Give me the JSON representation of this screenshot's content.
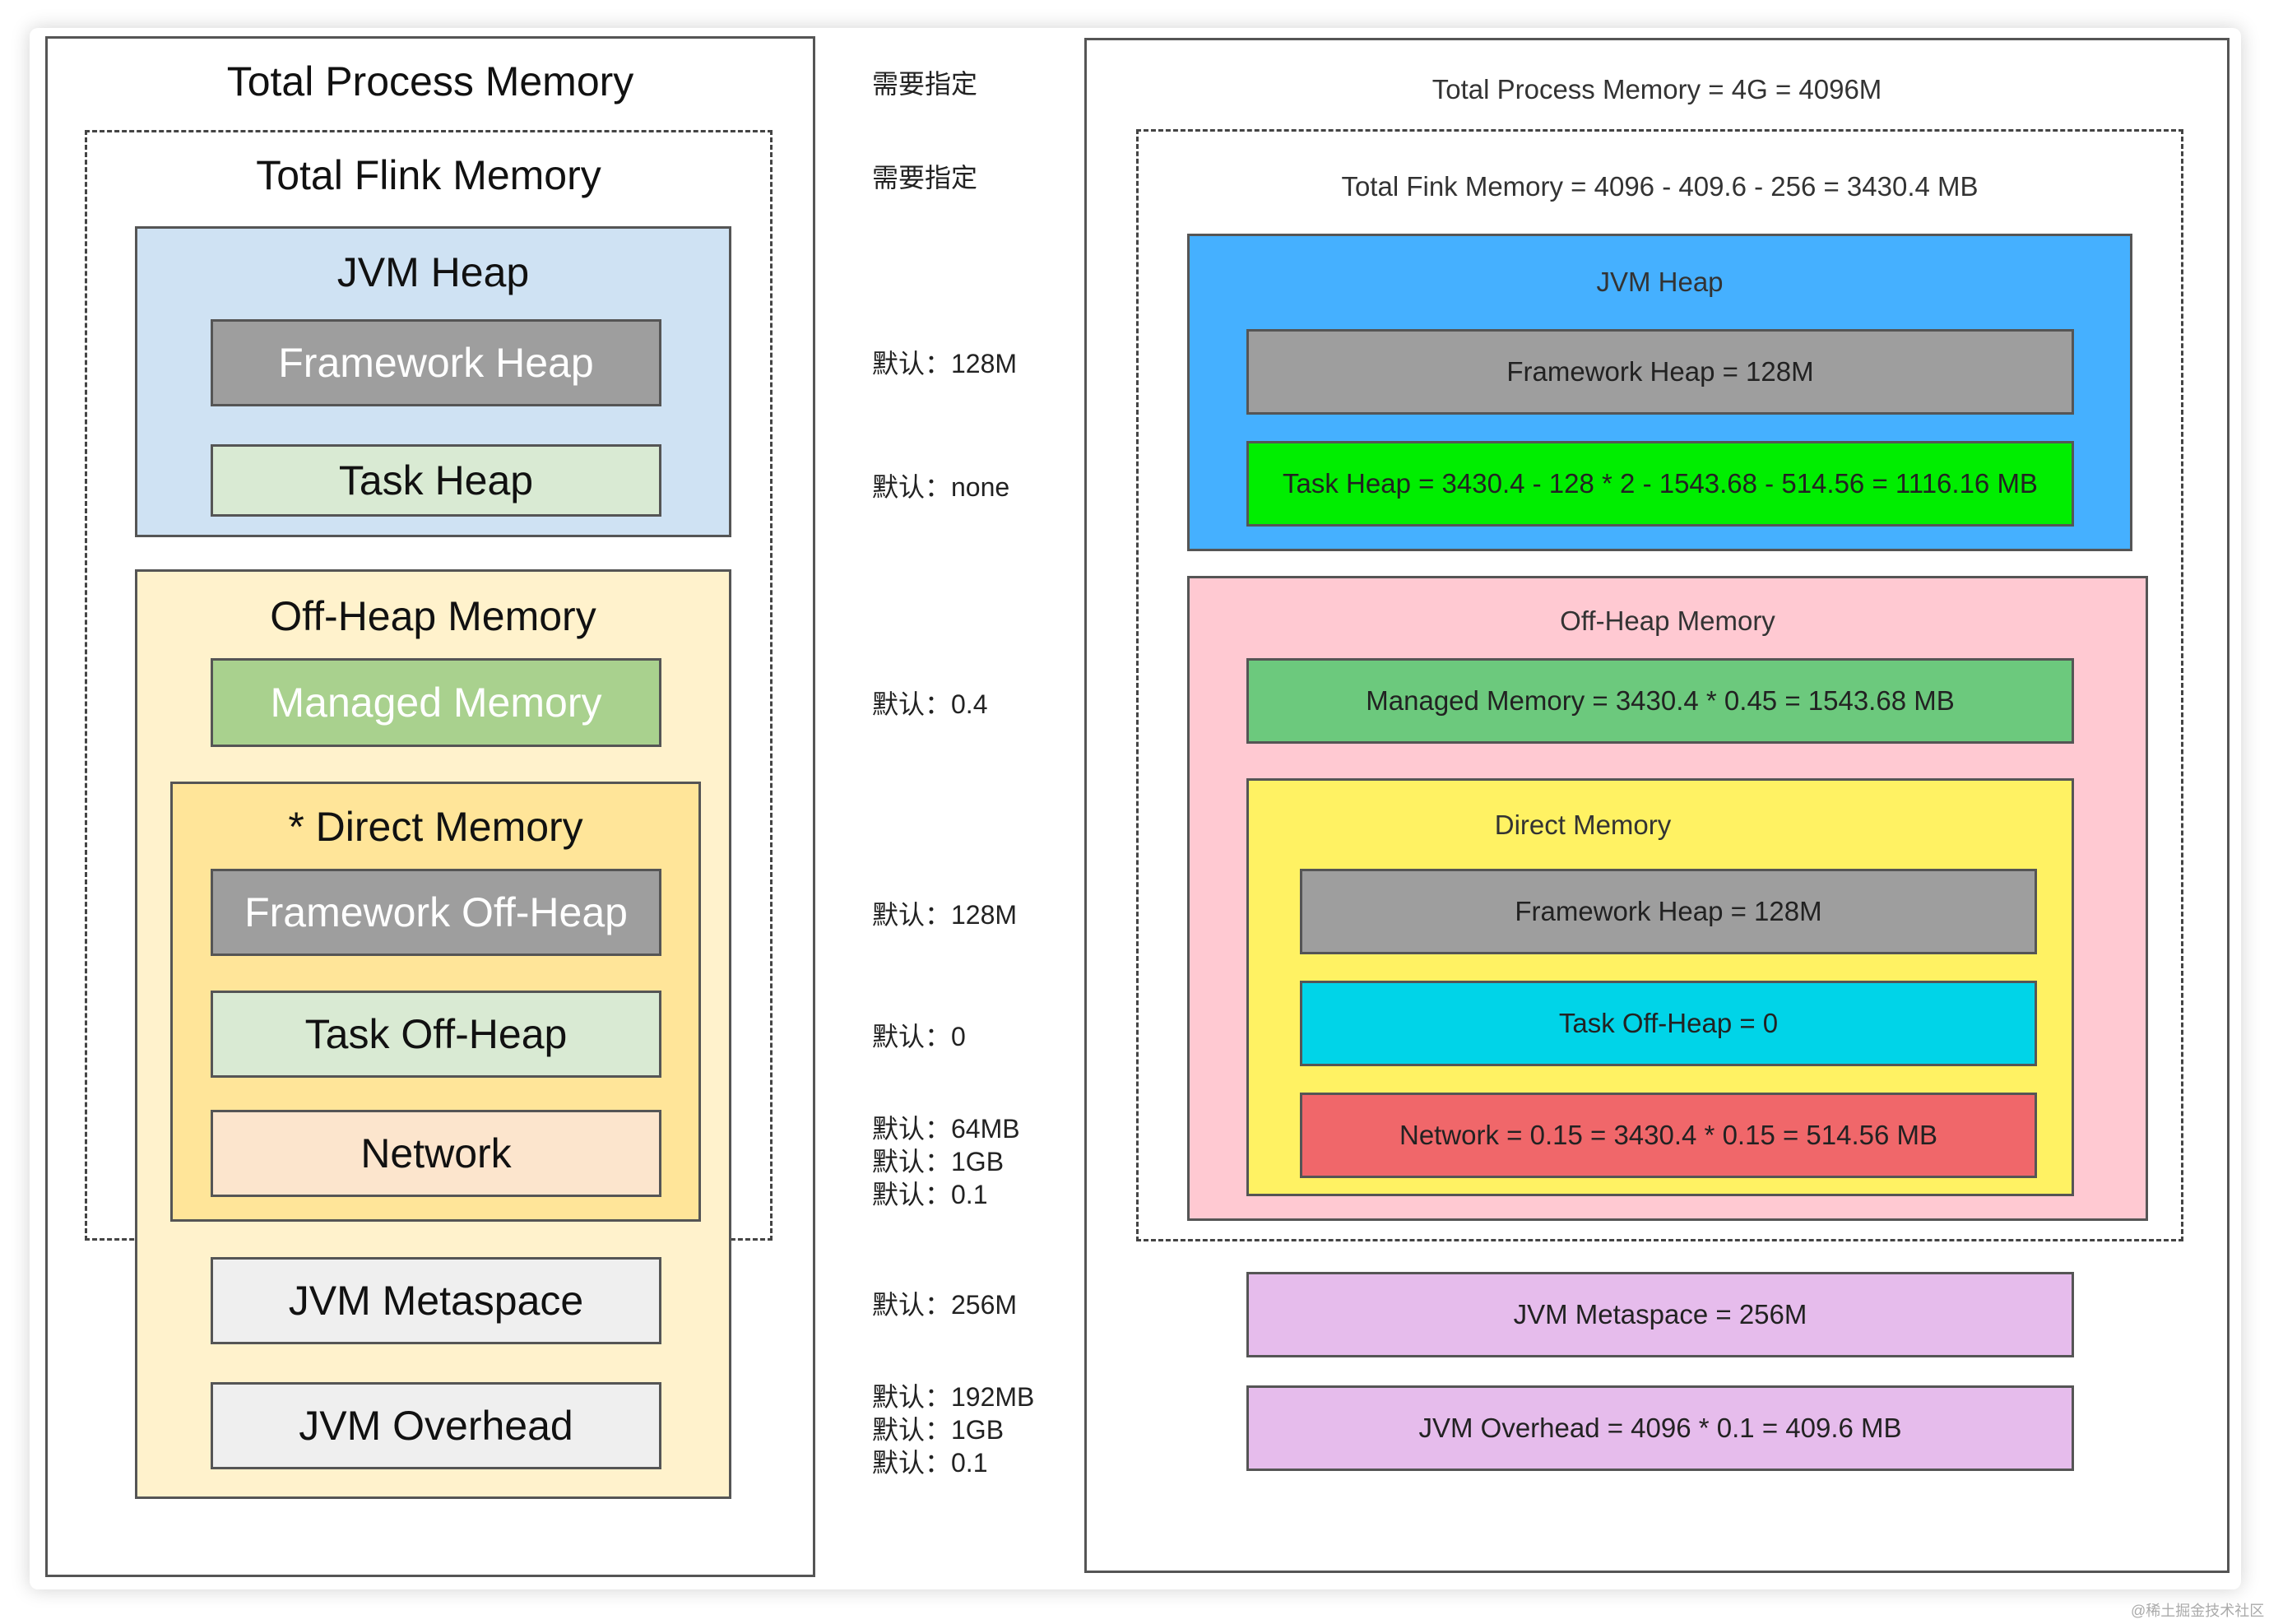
{
  "left": {
    "total_process": "Total Process Memory",
    "total_flink": "Total Flink Memory",
    "jvm_heap": "JVM Heap",
    "framework_heap": "Framework Heap",
    "task_heap": "Task Heap",
    "off_heap": "Off-Heap Memory",
    "managed_memory": "Managed Memory",
    "direct_memory": "* Direct Memory",
    "framework_off_heap": "Framework Off-Heap",
    "task_off_heap": "Task Off-Heap",
    "network": "Network",
    "jvm_metaspace": "JVM Metaspace",
    "jvm_overhead": "JVM Overhead"
  },
  "notes": {
    "total_process": "需要指定",
    "total_flink": "需要指定",
    "framework_heap": "默认：128M",
    "task_heap": "默认：none",
    "managed_memory": "默认：0.4",
    "framework_off_heap": "默认：128M",
    "task_off_heap": "默认：0",
    "network_1": "默认：64MB",
    "network_2": "默认：1GB",
    "network_3": "默认：0.1",
    "jvm_metaspace": "默认：256M",
    "jvm_overhead_1": "默认：192MB",
    "jvm_overhead_2": "默认：1GB",
    "jvm_overhead_3": "默认：0.1"
  },
  "right": {
    "total_process": "Total Process Memory = 4G = 4096M",
    "total_flink": "Total Fink Memory = 4096 - 409.6 - 256 = 3430.4 MB",
    "jvm_heap": "JVM Heap",
    "framework_heap": "Framework Heap = 128M",
    "task_heap": "Task Heap = 3430.4 - 128 * 2 - 1543.68 - 514.56 = 1116.16 MB",
    "off_heap": "Off-Heap Memory",
    "managed_memory": "Managed Memory = 3430.4 * 0.45 = 1543.68 MB",
    "direct_memory": "Direct Memory",
    "framework_heap_direct": "Framework Heap = 128M",
    "task_off_heap": "Task Off-Heap = 0",
    "network": "Network = 0.15 = 3430.4 * 0.15 = 514.56 MB",
    "jvm_metaspace": "JVM Metaspace = 256M",
    "jvm_overhead": "JVM Overhead = 4096 * 0.1 = 409.6 MB"
  },
  "watermark": "@稀土掘金技术社区",
  "colors": {
    "left_jvm_heap_bg": "#cfe2f3",
    "left_off_heap_bg": "#fff2cc",
    "left_direct_bg": "#ffe599",
    "gray_box": "#9e9e9e",
    "light_green": "#d9ead3",
    "managed_green": "#a9d18e",
    "network_peach": "#fce5cd",
    "light_gray_box": "#efefef",
    "right_jvm_heap_bg": "#45b0ff",
    "right_task_heap": "#00ee00",
    "right_off_heap_bg": "#ffc9d2",
    "right_managed": "#6cc97d",
    "right_direct_bg": "#fff263",
    "right_task_off_heap": "#00d4e8",
    "right_network": "#f0676a",
    "right_purple": "#e6bcec"
  }
}
